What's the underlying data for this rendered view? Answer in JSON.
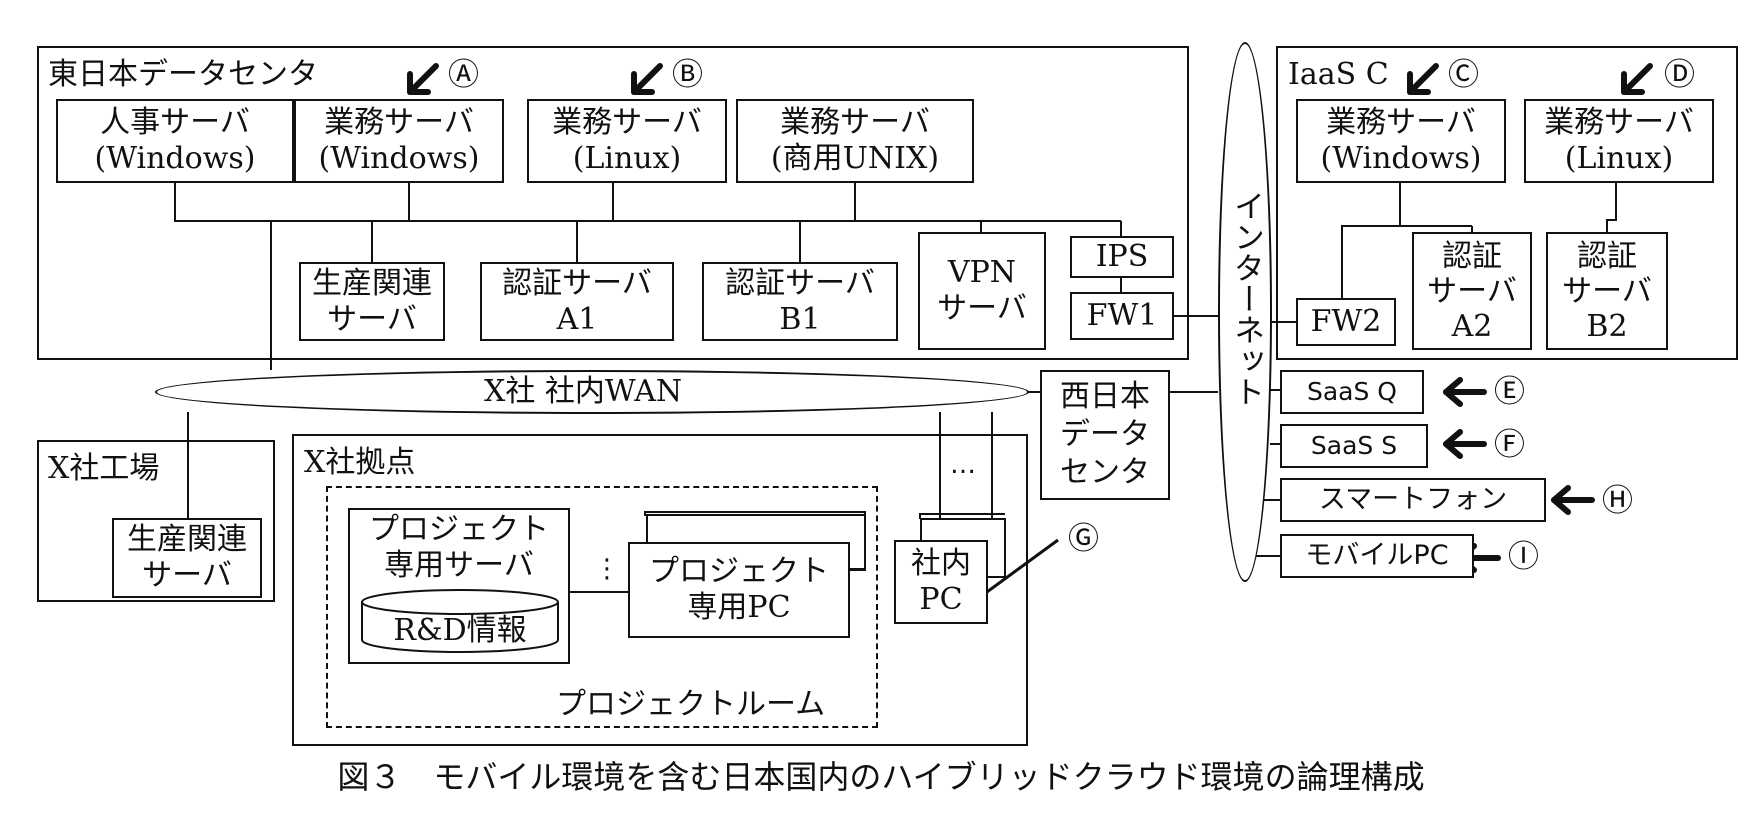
{
  "east_dc": {
    "title": "東日本データセンタ",
    "hr_server": {
      "line1": "人事サーバ",
      "line2": "(Windows)"
    },
    "biz_win": {
      "line1": "業務サーバ",
      "line2": "(Windows)"
    },
    "biz_linux": {
      "line1": "業務サーバ",
      "line2": "(Linux)"
    },
    "biz_unix": {
      "line1": "業務サーバ",
      "line2": "(商用UNIX)"
    },
    "prod_server": {
      "line1": "生産関連",
      "line2": "サーバ"
    },
    "auth_a1": {
      "line1": "認証サーバ",
      "line2": "A1"
    },
    "auth_b1": {
      "line1": "認証サーバ",
      "line2": "B1"
    },
    "vpn": {
      "line1": "VPN",
      "line2": "サーバ"
    },
    "ips": "IPS",
    "fw1": "FW1"
  },
  "iaas": {
    "title": "IaaS C",
    "biz_win": {
      "line1": "業務サーバ",
      "line2": "(Windows)"
    },
    "biz_linux": {
      "line1": "業務サーバ",
      "line2": "(Linux)"
    },
    "fw2": "FW2",
    "auth_a2": {
      "line1": "認証",
      "line2": "サーバ",
      "line3": "A2"
    },
    "auth_b2": {
      "line1": "認証",
      "line2": "サーバ",
      "line3": "B2"
    }
  },
  "internet": "インターネット",
  "wan": "X社 社内WAN",
  "west_dc": {
    "line1": "西日本",
    "line2": "データ",
    "line3": "センタ"
  },
  "factory": {
    "title": "X社工場",
    "server": {
      "line1": "生産関連",
      "line2": "サーバ"
    }
  },
  "branch": {
    "title": "X社拠点",
    "ellipsis": "…",
    "office_pc": {
      "line1": "社内",
      "line2": "PC"
    },
    "project_room": "プロジェクトルーム",
    "project_server": {
      "line1": "プロジェクト",
      "line2": "専用サーバ"
    },
    "rd_info": "R&D情報",
    "project_pc": {
      "line1": "プロジェクト",
      "line2": "専用PC"
    },
    "vdots": "⋮"
  },
  "saas_q": "SaaS Q",
  "saas_s": "SaaS S",
  "smartphone": "スマートフォン",
  "mobile_pc": "モバイルPC",
  "markers": {
    "A": "Ⓐ",
    "B": "Ⓑ",
    "C": "Ⓒ",
    "D": "Ⓓ",
    "E": "Ⓔ",
    "F": "Ⓕ",
    "G": "Ⓖ",
    "H": "Ⓗ",
    "I": "Ⓘ"
  },
  "caption": "図３　モバイル環境を含む日本国内のハイブリッドクラウド環境の論理構成"
}
